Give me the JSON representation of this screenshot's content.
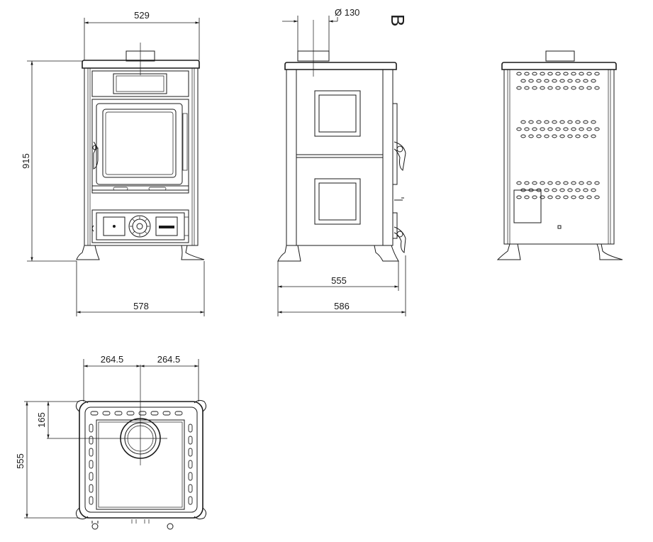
{
  "dimensions": {
    "front_top_width": "529",
    "front_height": "915",
    "front_base_width": "578",
    "flue_diameter": "Ø 130",
    "side_inner_width": "555",
    "side_overall_width": "586",
    "top_left_half": "264.5",
    "top_right_half": "264.5",
    "top_flue_offset": "165",
    "top_depth": "555"
  },
  "view_marker": "B"
}
